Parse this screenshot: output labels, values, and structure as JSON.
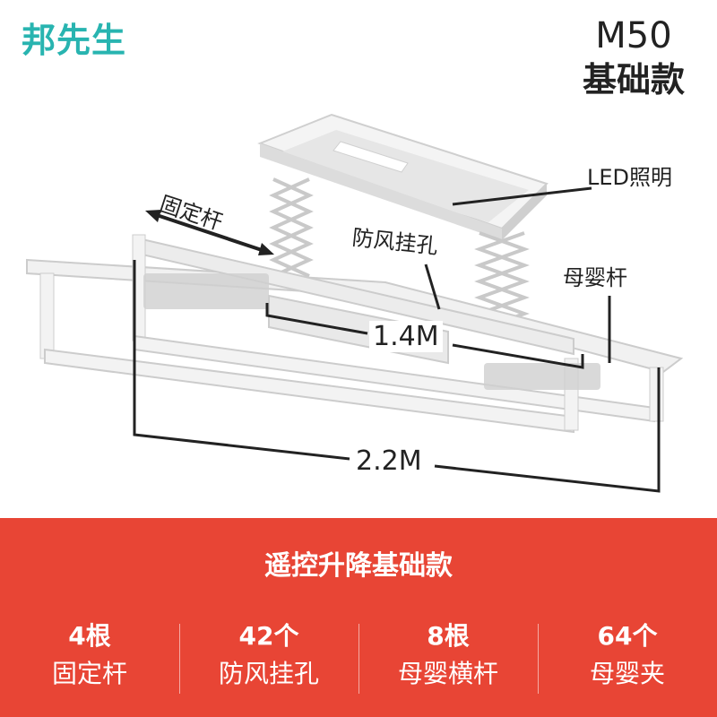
{
  "brand": {
    "name": "邦先生",
    "color": "#28b4b0"
  },
  "model": {
    "code": "M50",
    "tier": "基础款"
  },
  "callouts": {
    "led": "LED照明",
    "fixed_rod": "固定杆",
    "wind_holes": "防风挂孔",
    "baby_rod": "母婴杆"
  },
  "dimensions": {
    "inner": "1.4M",
    "outer": "2.2M"
  },
  "banner": {
    "color": "#e84535",
    "headline": "遥控升降基础款",
    "stats": [
      {
        "value": "4根",
        "label": "固定杆"
      },
      {
        "value": "42个",
        "label": "防风挂孔"
      },
      {
        "value": "8根",
        "label": "母婴横杆"
      },
      {
        "value": "64个",
        "label": "母婴夹"
      }
    ]
  }
}
